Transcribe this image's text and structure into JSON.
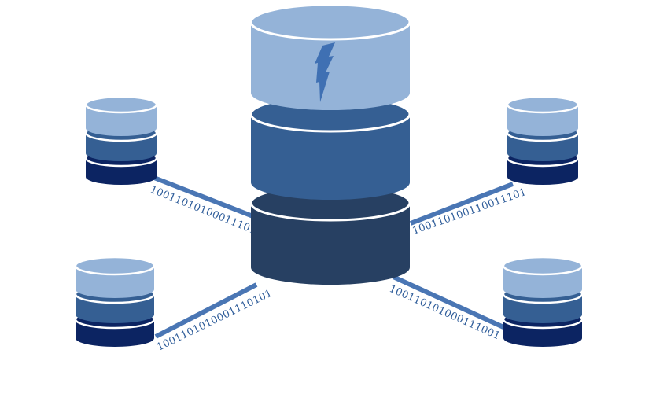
{
  "colors": {
    "tier_light": "#94b3d8",
    "tier_mid": "#355f93",
    "tier_dark_center": "#274062",
    "tier_dark_small": "#0c2462",
    "link": "#4a76b4",
    "bolt": "#3f70b3",
    "separator": "#ffffff"
  },
  "icons": {
    "central": "database-icon",
    "satellite": "database-icon",
    "bolt": "lightning-bolt-icon"
  },
  "links": [
    {
      "id": "top-left",
      "bits": "10011010100011101011"
    },
    {
      "id": "top-right",
      "bits": "10011010011001110101"
    },
    {
      "id": "bottom-left",
      "bits": "1001101010001110101"
    },
    {
      "id": "bottom-right",
      "bits": "1001101010001110011001"
    }
  ]
}
